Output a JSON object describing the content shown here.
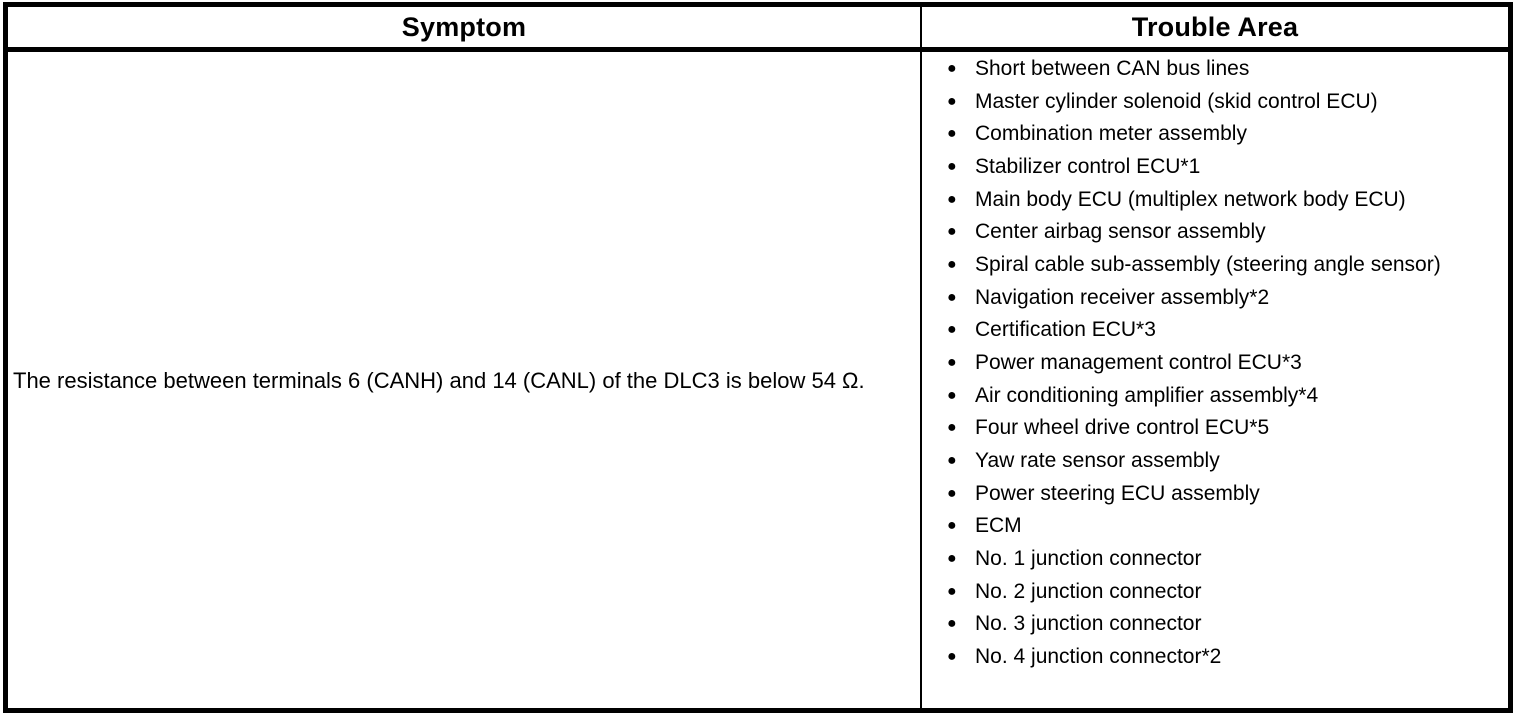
{
  "page": {
    "background": "#ffffff"
  },
  "table": {
    "headers": [
      "Symptom",
      "Trouble Area"
    ],
    "row": {
      "symptom": "The resistance between terminals 6 (CANH) and 14 (CANL) of the DLC3 is below 54 Ω.",
      "trouble_areas": [
        "Short between CAN bus lines",
        "Master cylinder solenoid (skid control ECU)",
        "Combination meter assembly",
        "Stabilizer control ECU*1",
        "Main body ECU (multiplex network body ECU)",
        "Center airbag sensor assembly",
        "Spiral cable sub-assembly (steering angle sensor)",
        "Navigation receiver assembly*2",
        "Certification ECU*3",
        "Power management control ECU*3",
        "Air conditioning amplifier assembly*4",
        "Four wheel drive control ECU*5",
        "Yaw rate sensor assembly",
        "Power steering ECU assembly",
        "ECM",
        "No. 1 junction connector",
        "No. 2 junction connector",
        "No. 3 junction connector",
        "No. 4 junction connector*2"
      ]
    },
    "colors": {
      "border": "#000000",
      "text": "#000000",
      "background": "#ffffff"
    }
  },
  "icons": {
    "bullet": "●"
  }
}
